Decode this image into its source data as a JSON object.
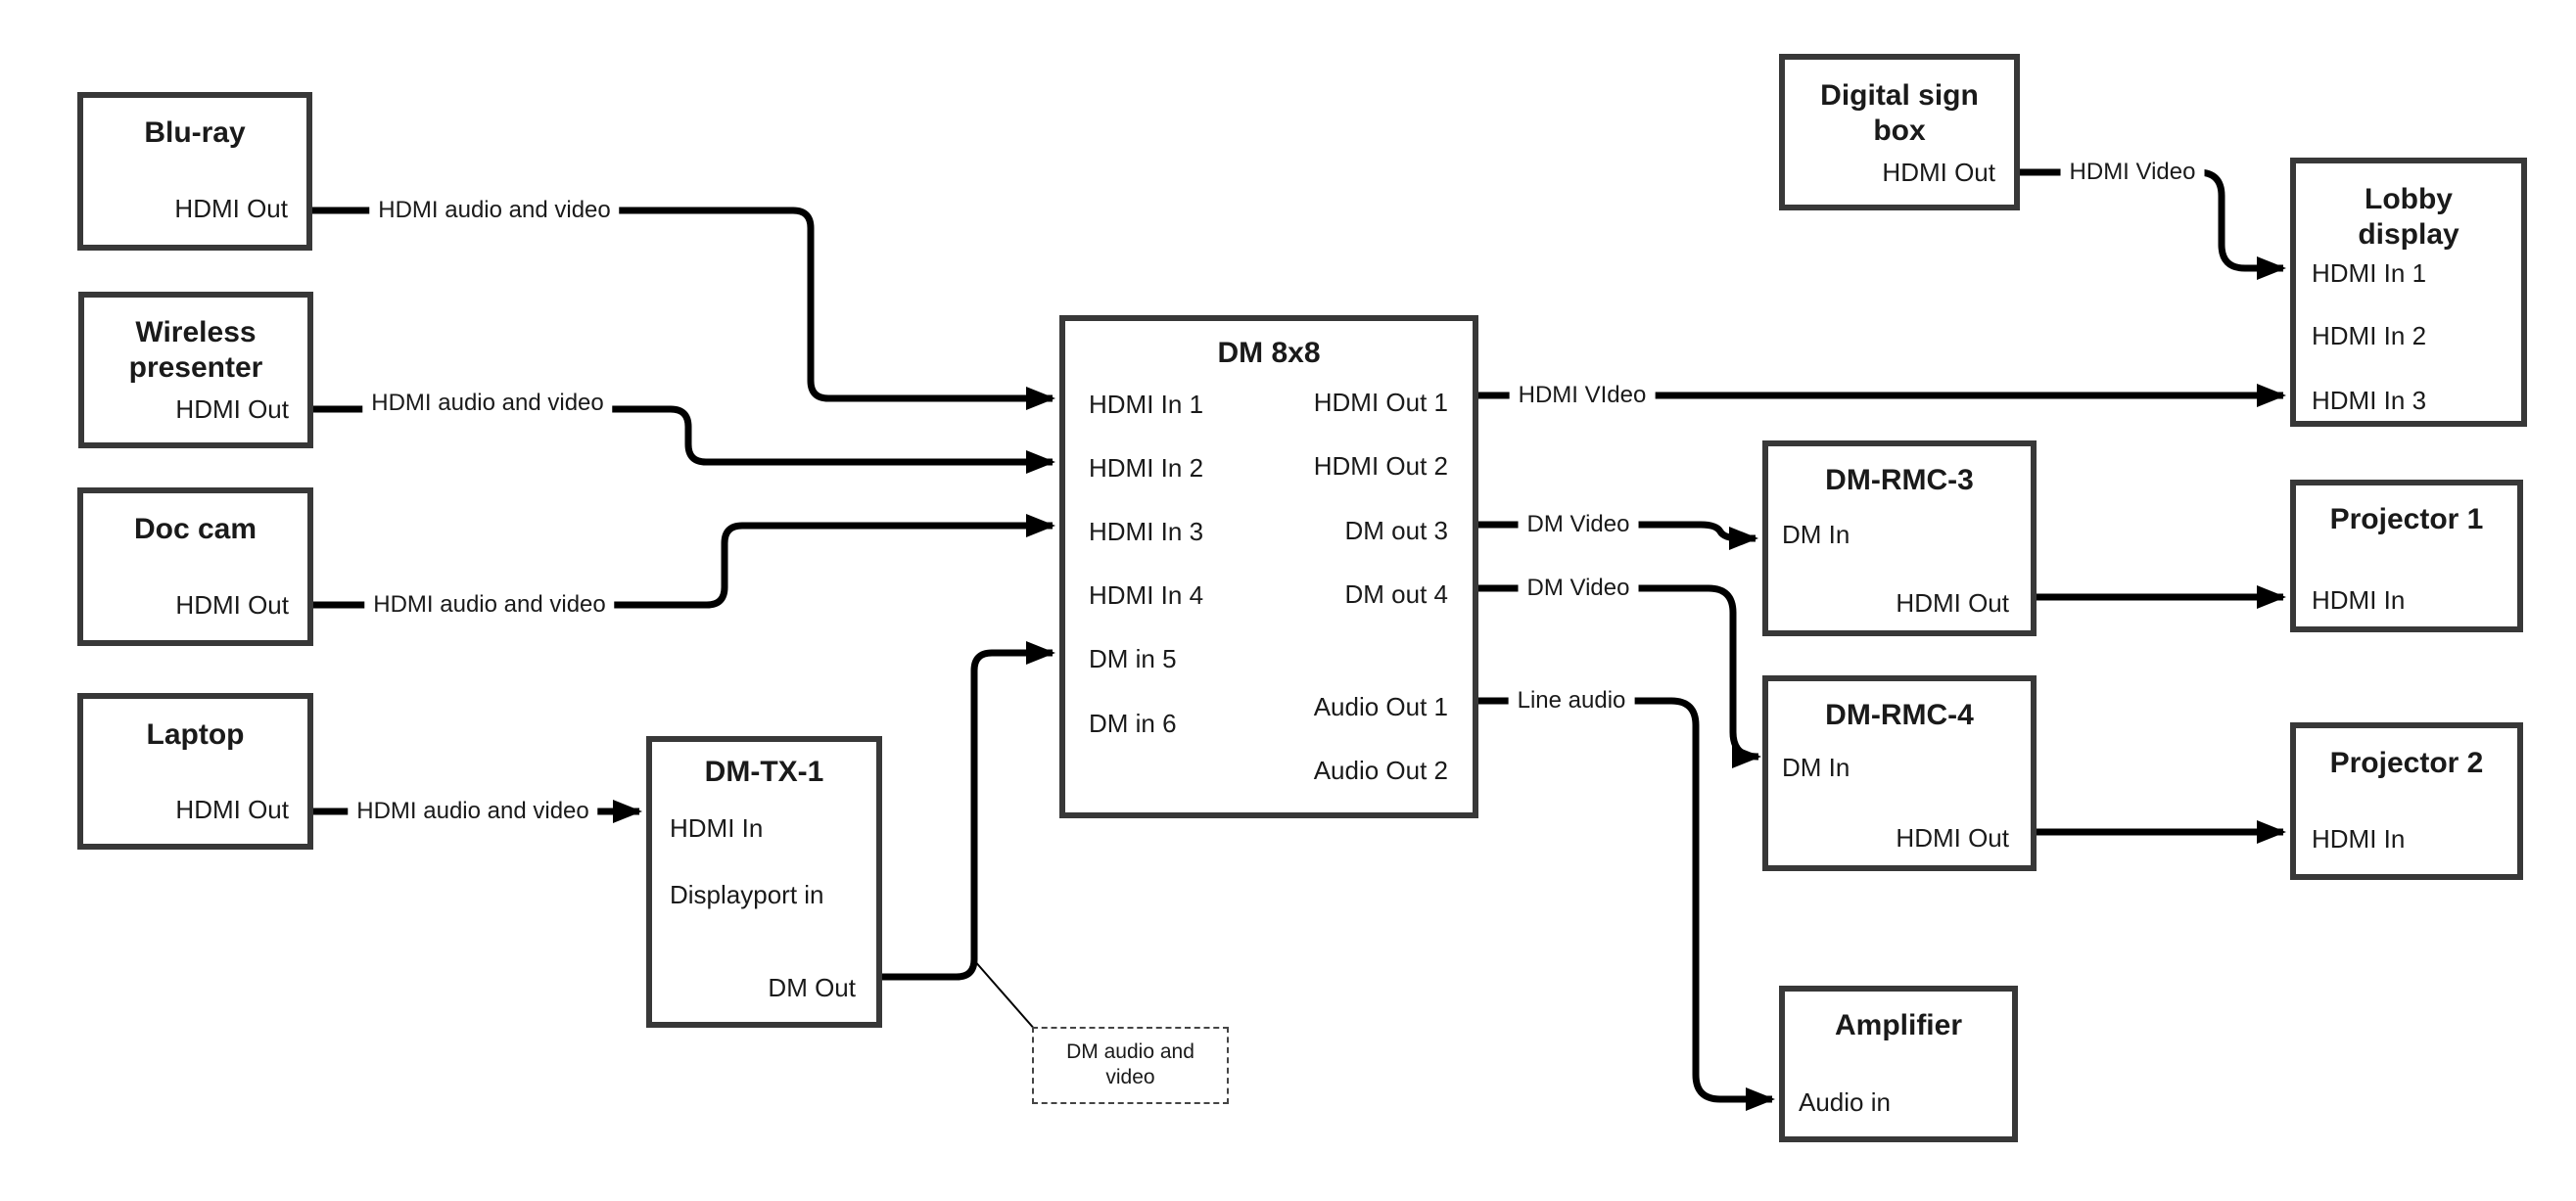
{
  "nodes": {
    "bluray": {
      "title": "Blu-ray",
      "ports": {
        "hdmi_out": "HDMI Out"
      }
    },
    "wireless": {
      "title": "Wireless presenter",
      "ports": {
        "hdmi_out": "HDMI Out"
      }
    },
    "doc_cam": {
      "title": "Doc cam",
      "ports": {
        "hdmi_out": "HDMI Out"
      }
    },
    "laptop": {
      "title": "Laptop",
      "ports": {
        "hdmi_out": "HDMI Out"
      }
    },
    "dm_tx_1": {
      "title": "DM-TX-1",
      "ports": {
        "hdmi_in": "HDMI In",
        "displayport_in": "Displayport in",
        "dm_out": "DM Out"
      }
    },
    "dm_8x8": {
      "title": "DM 8x8",
      "inputs": [
        "HDMI In 1",
        "HDMI In 2",
        "HDMI In 3",
        "HDMI In 4",
        "DM in 5",
        "DM in 6"
      ],
      "outputs": [
        "HDMI Out 1",
        "HDMI Out 2",
        "DM out 3",
        "DM out 4",
        "Audio Out 1",
        "Audio Out 2"
      ]
    },
    "digital_sign_box": {
      "title": "Digital sign box",
      "ports": {
        "hdmi_out": "HDMI Out"
      }
    },
    "lobby_display": {
      "title": "Lobby display",
      "ports": [
        "HDMI In 1",
        "HDMI In 2",
        "HDMI In 3"
      ]
    },
    "dm_rmc_3": {
      "title": "DM-RMC-3",
      "ports": {
        "dm_in": "DM In",
        "hdmi_out": "HDMI Out"
      }
    },
    "projector_1": {
      "title": "Projector 1",
      "ports": {
        "hdmi_in": "HDMI In"
      }
    },
    "dm_rmc_4": {
      "title": "DM-RMC-4",
      "ports": {
        "dm_in": "DM In",
        "hdmi_out": "HDMI Out"
      }
    },
    "projector_2": {
      "title": "Projector 2",
      "ports": {
        "hdmi_in": "HDMI In"
      }
    },
    "amplifier": {
      "title": "Amplifier",
      "ports": {
        "audio_in": "Audio in"
      }
    }
  },
  "wire_labels": {
    "bluray_to_dm8x8": "HDMI audio and video",
    "wireless_to_dm8x8": "HDMI audio and video",
    "doccam_to_dm8x8": "HDMI audio and video",
    "laptop_to_dmtx1": "HDMI audio and video",
    "hdmi_out_1": "HDMI VIdeo",
    "dm_out_3": "DM Video",
    "dm_out_4": "DM Video",
    "audio_out_1": "Line audio",
    "digital_sign": "HDMI Video"
  },
  "note": {
    "text": "DM audio and video"
  },
  "colors": {
    "wire": "#000000",
    "border": "#383838",
    "text": "#1a1a1a",
    "background": "#ffffff"
  }
}
